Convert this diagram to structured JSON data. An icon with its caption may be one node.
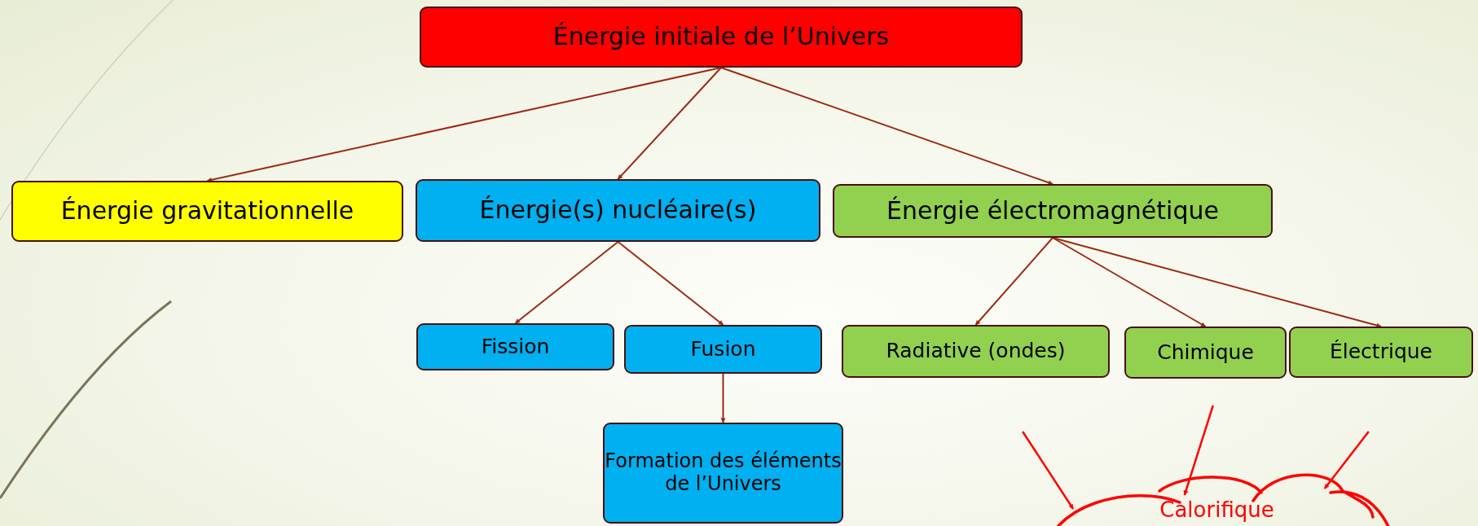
{
  "diagram": {
    "nodes": [
      {
        "text": [
          "Énergie initiale de l’Univers"
        ]
      },
      {
        "text": [
          "Énergie gravitationnelle"
        ]
      },
      {
        "text": [
          "Énergie(s) nucléaire(s)"
        ]
      },
      {
        "text": [
          "Énergie électromagnétique"
        ]
      },
      {
        "text": [
          "Fission"
        ]
      },
      {
        "text": [
          "Fusion"
        ]
      },
      {
        "text": [
          "Radiative (ondes)"
        ]
      },
      {
        "text": [
          "Chimique"
        ]
      },
      {
        "text": [
          "Électrique"
        ]
      },
      {
        "text": [
          "Formation des éléments de l’Univers"
        ]
      },
      {
        "text": [
          "Calorifique"
        ]
      }
    ],
    "edges": [
      {
        "from": 0,
        "to": 1,
        "arrow": "to"
      },
      {
        "from": 0,
        "to": 2,
        "arrow": "to"
      },
      {
        "from": 0,
        "to": 3,
        "arrow": "to"
      },
      {
        "from": 2,
        "to": 4,
        "arrow": "to"
      },
      {
        "from": 2,
        "to": 5,
        "arrow": "to"
      },
      {
        "from": 3,
        "to": 6,
        "arrow": "to"
      },
      {
        "from": 3,
        "to": 7,
        "arrow": "to"
      },
      {
        "from": 3,
        "to": 8,
        "arrow": "to"
      },
      {
        "from": 5,
        "to": 9,
        "arrow": "to"
      },
      {
        "from": null,
        "to": 10,
        "arrow": "to",
        "color": "#ff0000"
      },
      {
        "from": null,
        "to": 10,
        "arrow": "to",
        "color": "#ff0000"
      },
      {
        "from": null,
        "to": 10,
        "arrow": "to",
        "color": "#ff0000"
      }
    ]
  }
}
